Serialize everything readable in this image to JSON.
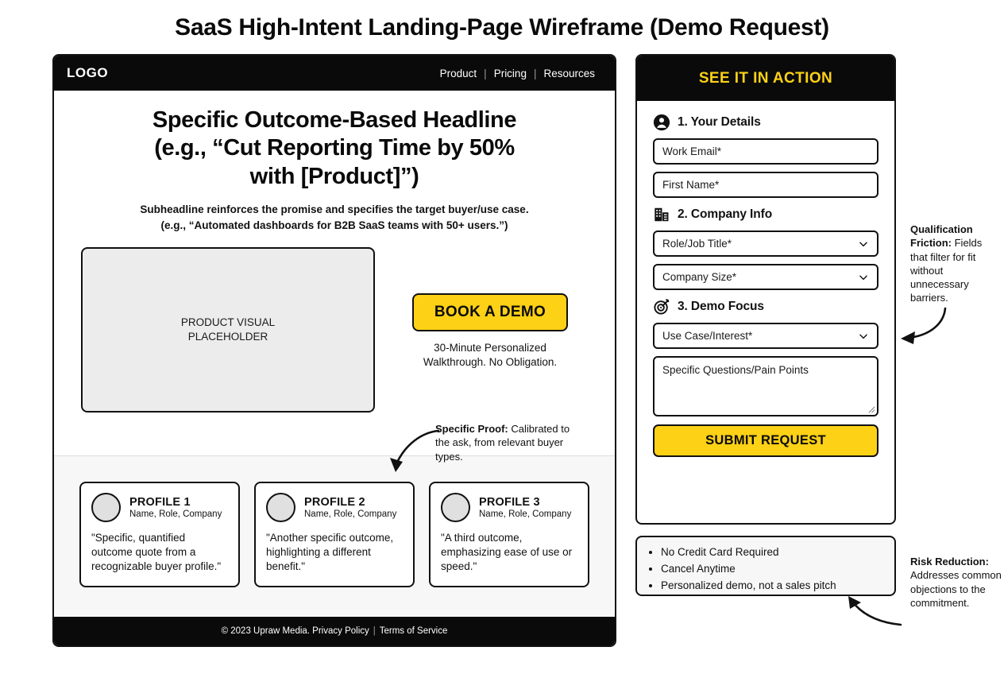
{
  "page_title": "SaaS High-Intent Landing-Page Wireframe (Demo Request)",
  "colors": {
    "accent_yellow": "#FCD116",
    "ink": "#0A0A0A",
    "band": "#F7F7F7",
    "placeholder_fill": "#ECECEC"
  },
  "wireframe": {
    "nav": {
      "logo": "LOGO",
      "links": [
        "Product",
        "Pricing",
        "Resources"
      ],
      "separator": "|"
    },
    "hero": {
      "headline_lines": [
        "Specific Outcome-Based Headline",
        "(e.g., “Cut Reporting Time by 50%",
        "with [Product]”)"
      ],
      "subheadline_lines": [
        "Subheadline reinforces the promise and specifies the target buyer/use case.",
        "(e.g., “Automated dashboards for B2B SaaS teams with 50+ users.”)"
      ],
      "visual_placeholder_lines": [
        "PRODUCT VISUAL",
        "PLACEHOLDER"
      ],
      "cta_label": "BOOK A DEMO",
      "cta_sub_lines": [
        "30-Minute Personalized",
        "Walkthrough. No Obligation."
      ]
    },
    "social_proof": {
      "cards": [
        {
          "avatar_icon": "avatar-circle-icon",
          "name": "PROFILE 1",
          "meta": "Name, Role, Company",
          "quote": "\"Specific, quantified outcome quote from a recognizable buyer profile.\""
        },
        {
          "avatar_icon": "avatar-circle-icon",
          "name": "PROFILE 2",
          "meta": "Name, Role, Company",
          "quote": "\"Another specific outcome, highlighting a different benefit.\""
        },
        {
          "avatar_icon": "avatar-circle-icon",
          "name": "PROFILE 3",
          "meta": "Name, Role, Company",
          "quote": "\"A third outcome, emphasizing ease of use or speed.\""
        }
      ]
    },
    "footer": {
      "copyright": "© 2023 Upraw Media. Privacy Policy",
      "separator": "|",
      "terms": "Terms of Service"
    }
  },
  "form_panel": {
    "header": "SEE IT IN ACTION",
    "sections": [
      {
        "icon": "user-circle-icon",
        "title": "1. Your Details",
        "fields": [
          {
            "type": "text",
            "placeholder": "Work Email*"
          },
          {
            "type": "text",
            "placeholder": "First Name*"
          }
        ]
      },
      {
        "icon": "building-icon",
        "title": "2. Company Info",
        "fields": [
          {
            "type": "select",
            "placeholder": "Role/Job Title*"
          },
          {
            "type": "select",
            "placeholder": "Company Size*"
          }
        ]
      },
      {
        "icon": "target-icon",
        "title": "3. Demo Focus",
        "fields": [
          {
            "type": "select",
            "placeholder": "Use Case/Interest*"
          },
          {
            "type": "textarea",
            "placeholder": "Specific Questions/Pain Points"
          }
        ]
      }
    ],
    "submit_label": "SUBMIT REQUEST"
  },
  "risk_box": {
    "items": [
      "No Credit Card Required",
      "Cancel Anytime",
      "Personalized demo, not a sales pitch"
    ]
  },
  "annotations": {
    "specific_proof": {
      "label": "Specific Proof:",
      "text": " Calibrated to the ask, from relevant buyer types."
    },
    "qualification_friction": {
      "label": "Qualification Friction:",
      "text": " Fields that filter for fit without unnecessary barriers."
    },
    "risk_reduction": {
      "label": "Risk Reduction:",
      "text": " Addresses common objections to the commitment."
    }
  }
}
